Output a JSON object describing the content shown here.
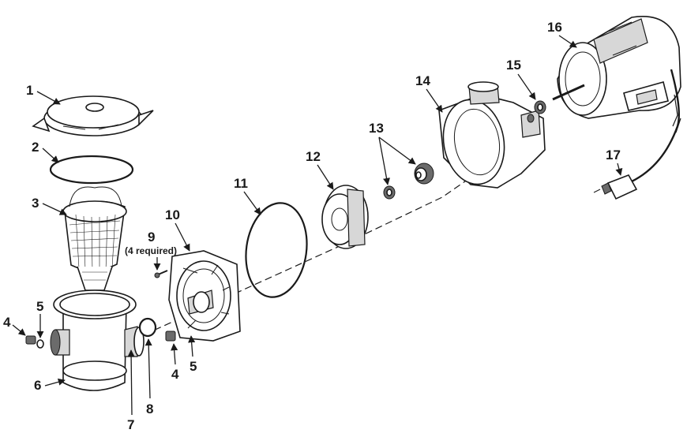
{
  "callouts": {
    "c1": "1",
    "c2": "2",
    "c3": "3",
    "c4a": "4",
    "c5a": "5",
    "c6": "6",
    "c7": "7",
    "c8": "8",
    "c9": "9",
    "c9_note": "(4 required)",
    "c10": "10",
    "c11": "11",
    "c12": "12",
    "c13": "13",
    "c4b": "4",
    "c5b": "5",
    "c14": "14",
    "c15": "15",
    "c16": "16",
    "c17": "17"
  }
}
